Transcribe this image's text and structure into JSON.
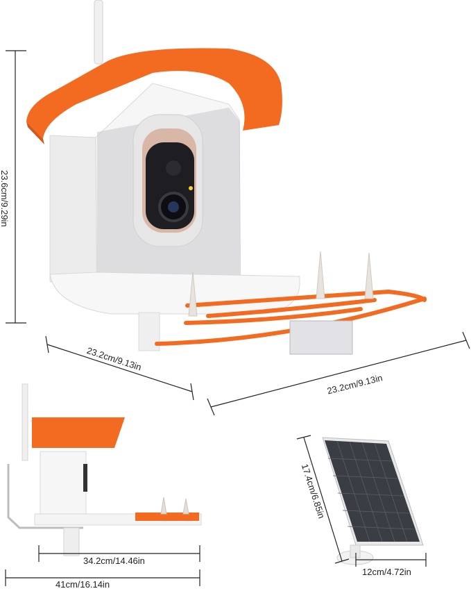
{
  "dimensions": {
    "height_main": "23.6cm/9.29in",
    "depth_main": "23.2cm/9.13in",
    "width_main": "23.2cm/9.13in",
    "side_depth": "34.2cm/14.46in",
    "side_total": "41cm/16.14in",
    "panel_height": "17.4cm/6.85in",
    "panel_width": "12cm/4.72in"
  },
  "colors": {
    "roof": "#f26b21",
    "body": "#f4f4f4",
    "camera": "#d9b7a6",
    "panel": "#3a3d44",
    "line": "#222222"
  }
}
